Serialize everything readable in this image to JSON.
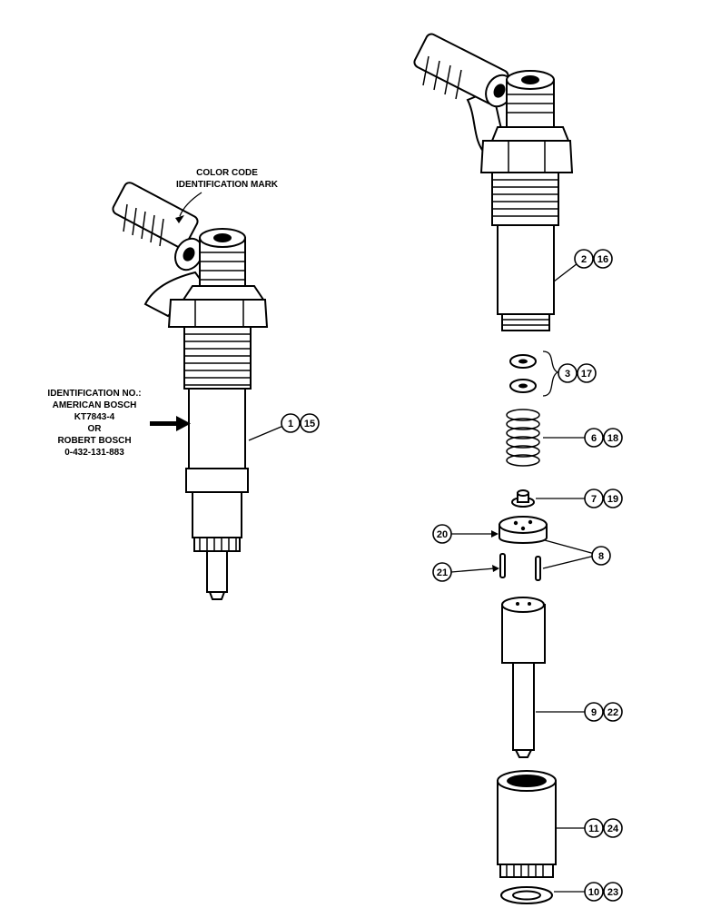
{
  "annotations": {
    "color_code": [
      "COLOR CODE",
      "IDENTIFICATION MARK"
    ],
    "identification": [
      "IDENTIFICATION NO.:",
      "AMERICAN BOSCH",
      "KT7843-4",
      "OR",
      "ROBERT BOSCH",
      "0-432-131-883"
    ]
  },
  "callouts": {
    "assembled_injector": [
      "1",
      "15"
    ],
    "holder_body": [
      "2",
      "16"
    ],
    "shims": [
      "3",
      "17"
    ],
    "spring": [
      "6",
      "18"
    ],
    "spring_seat": [
      "7",
      "19"
    ],
    "spacer_plate": [
      "20"
    ],
    "dowel_pins_group": [
      "8"
    ],
    "dowel_pin": [
      "21"
    ],
    "nozzle": [
      "9",
      "22"
    ],
    "nozzle_nut": [
      "11",
      "24"
    ],
    "washer": [
      "10",
      "23"
    ]
  }
}
